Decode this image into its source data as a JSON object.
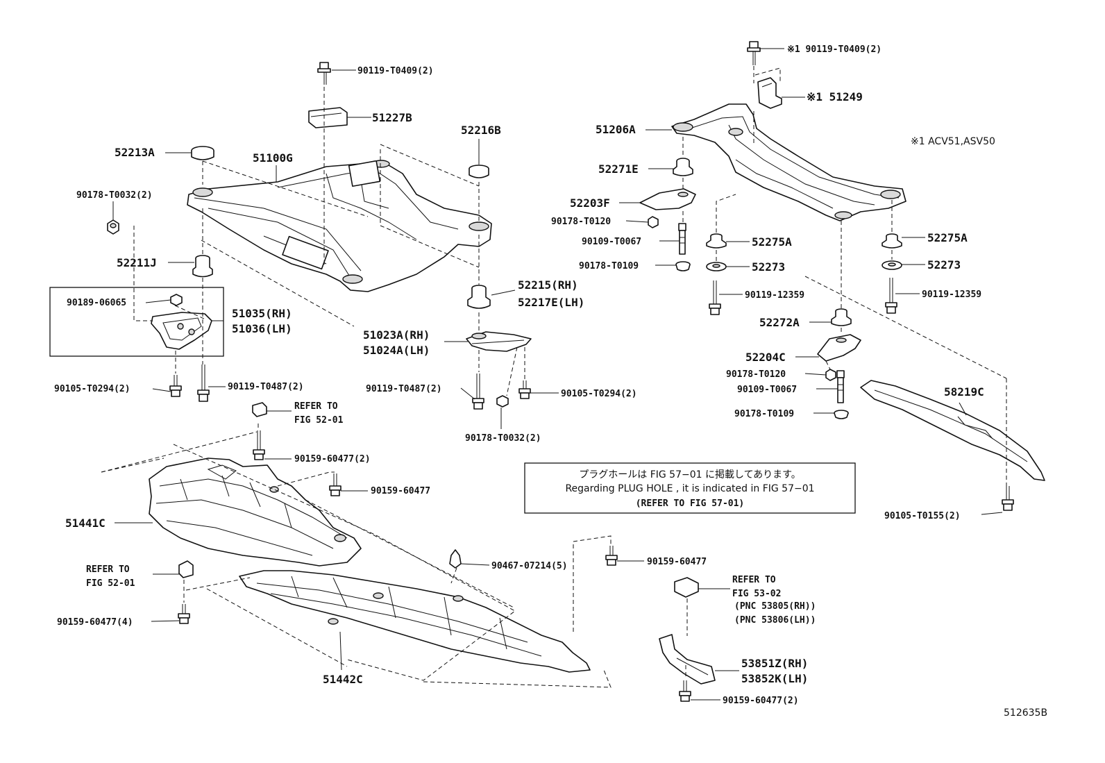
{
  "labels": {
    "bolt_top_center": "90119-T0409(2)",
    "bracket_51227b": "51227B",
    "cushion_52216b": "52216B",
    "cushion_52213a": "52213A",
    "crossmember_51100g": "51100G",
    "nut_90178_left": "90178-T0032(2)",
    "stopper_52211j": "52211J",
    "screw_90189": "90189-06065",
    "brace_rh": "51035(RH)",
    "brace_lh": "51036(LH)",
    "bolt_90105_left": "90105-T0294(2)",
    "bolt_90119_t0487_left": "90119-T0487(2)",
    "cushion_52215_rh": "52215(RH)",
    "cushion_52217e_lh": "52217E(LH)",
    "bracket_51023a_rh": "51023A(RH)",
    "bracket_51024a_lh": "51024A(LH)",
    "bolt_90119_t0487_mid": "90119-T0487(2)",
    "bolt_90105_mid": "90105-T0294(2)",
    "nut_90178_mid": "90178-T0032(2)",
    "refer_52_01_top_a": "REFER TO",
    "refer_52_01_top_b": "FIG 52-01",
    "bolt_90159_2_top": "90159-60477(2)",
    "bolt_90159_single_a": "90159-60477",
    "cover_51441c": "51441C",
    "refer_52_01_left_a": "REFER TO",
    "refer_52_01_left_b": "FIG 52-01",
    "bolt_90159_4": "90159-60477(4)",
    "clip_90467": "90467-07214(5)",
    "bolt_90159_single_b": "90159-60477",
    "cover_51442c": "51442C",
    "refer_53_02_a": "REFER TO",
    "refer_53_02_b": "FIG 53-02",
    "refer_53_02_c": "(PNC 53805(RH))",
    "refer_53_02_d": "(PNC 53806(LH))",
    "shield_rh": "53851Z(RH)",
    "shield_lh": "53852K(LH)",
    "bolt_90159_2_bottom": "90159-60477(2)",
    "bolt_top_right": "※1 90119-T0409(2)",
    "bracket_51249": "※1 51249",
    "note_acv": "※1 ACV51,ASV50",
    "crossmember_51206a": "51206A",
    "cushion_52271e": "52271E",
    "bracket_52203f": "52203F",
    "nut_90178_t0120_a": "90178-T0120",
    "bolt_90109_a": "90109-T0067",
    "nut_90178_t0109_a": "90178-T0109",
    "cushion_52275a_left": "52275A",
    "stopper_52273_left": "52273",
    "bolt_90119_12359_left": "90119-12359",
    "cushion_52275a_right": "52275A",
    "stopper_52273_right": "52273",
    "bolt_90119_12359_right": "90119-12359",
    "cushion_52272a": "52272A",
    "bracket_52204c": "52204C",
    "nut_90178_t0120_b": "90178-T0120",
    "bolt_90109_b": "90109-T0067",
    "nut_90178_t0109_b": "90178-T0109",
    "brace_58219c": "58219C",
    "bolt_90105_t0155": "90105-T0155(2)",
    "figure_code": "512635B"
  },
  "note_box": {
    "line1": "プラグホールは FIG 57−01 に掲載してあります。",
    "line2": "Regarding PLUG HOLE , it is indicated in FIG 57−01",
    "line3": "(REFER TO FIG 57-01)"
  }
}
